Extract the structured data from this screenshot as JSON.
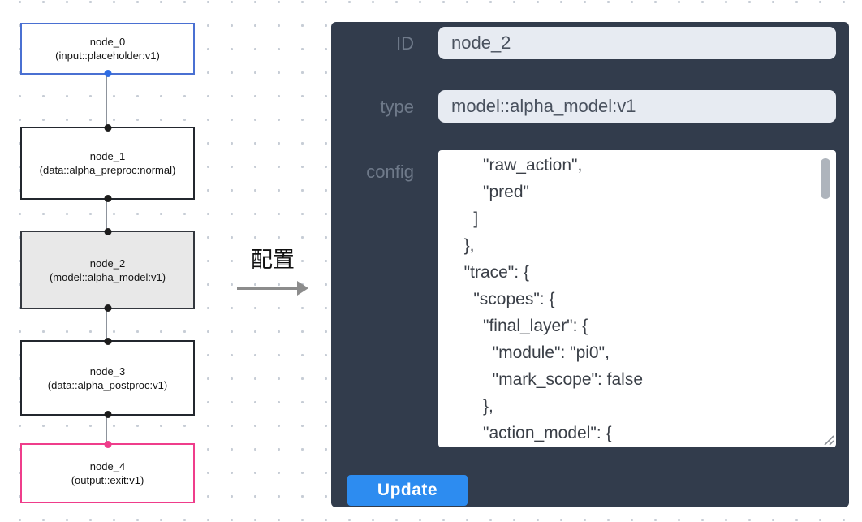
{
  "flow": {
    "nodes": [
      {
        "label": "node_0",
        "sublabel": "(input::placeholder:v1)"
      },
      {
        "label": "node_1",
        "sublabel": "(data::alpha_preproc:normal)"
      },
      {
        "label": "node_2",
        "sublabel": "(model::alpha_model:v1)"
      },
      {
        "label": "node_3",
        "sublabel": "(data::alpha_postproc:v1)"
      },
      {
        "label": "node_4",
        "sublabel": "(output::exit:v1)"
      }
    ]
  },
  "arrow": {
    "label": "配置"
  },
  "panel": {
    "id_label": "ID",
    "id_value": "node_2",
    "type_label": "type",
    "type_value": "model::alpha_model:v1",
    "config_label": "config",
    "config_text": "      \"raw_action\",\n      \"pred\"\n    ]\n  },\n  \"trace\": {\n    \"scopes\": {\n      \"final_layer\": {\n        \"module\": \"pi0\",\n        \"mark_scope\": false\n      },\n      \"action_model\": {",
    "update_label": "Update"
  },
  "colors": {
    "accent_blue": "#2d8cf0",
    "input_node_border": "#4a70d2",
    "output_node_border": "#ef3d8b",
    "selected_node_bg": "#e8e8e8",
    "panel_bg": "#323c4c"
  }
}
